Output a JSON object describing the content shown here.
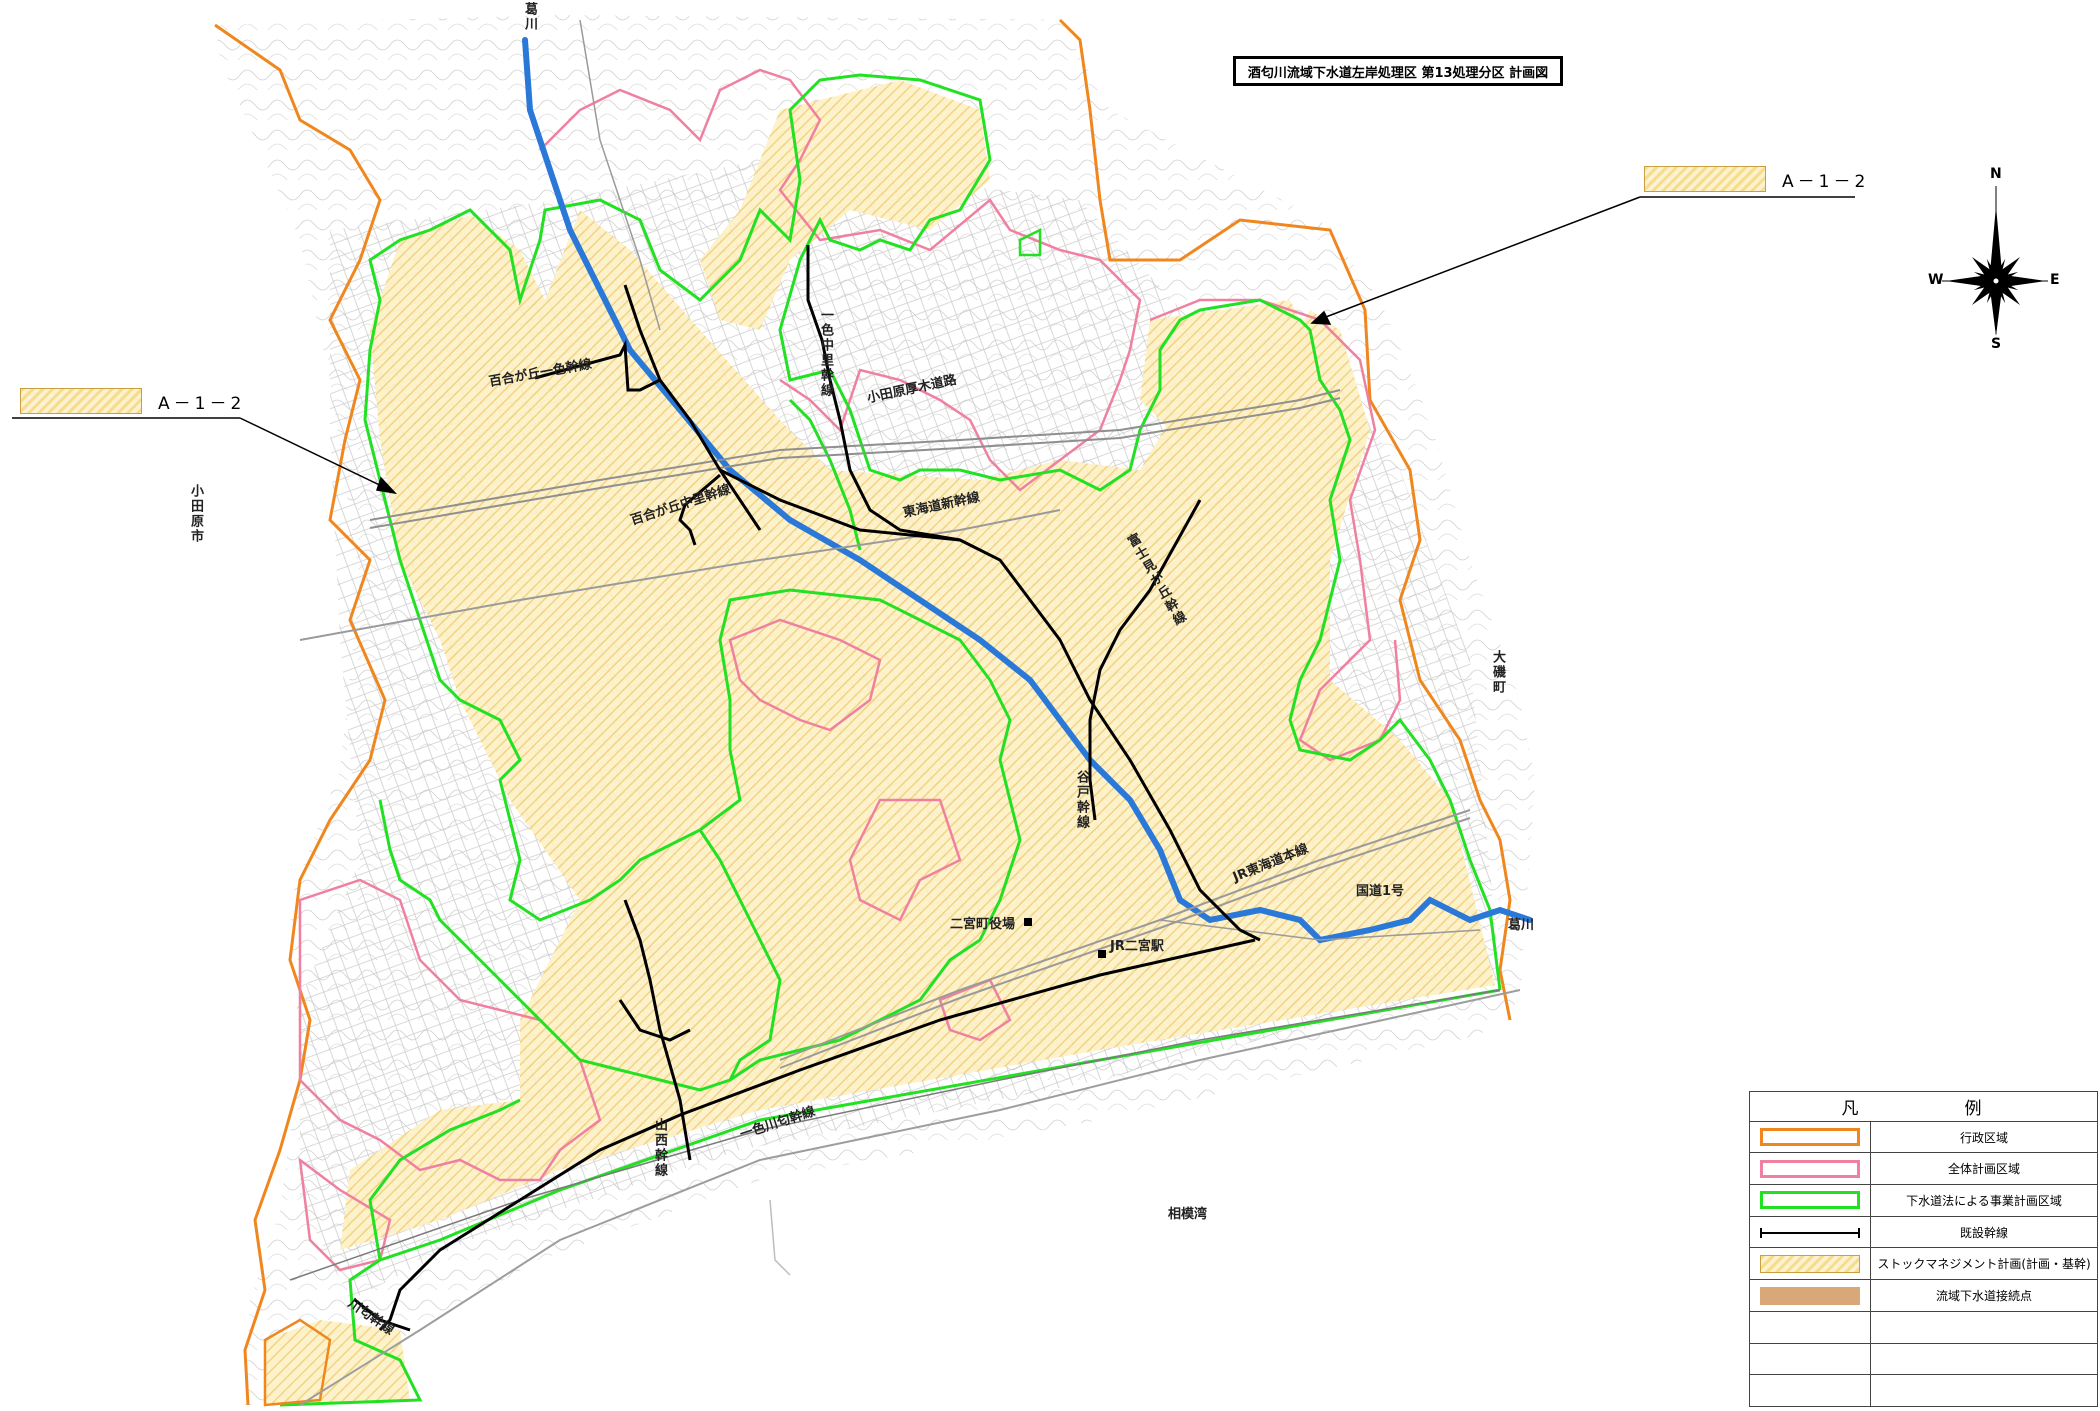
{
  "title": "酒匂川流域下水道左岸処理区 第13処理分区 計画図",
  "sheet_labels": {
    "left": "A－1－2",
    "right": "A－1－2"
  },
  "compass": {
    "n": "N",
    "s": "S",
    "e": "E",
    "w": "W"
  },
  "map_labels": {
    "katsuragawa_top": "葛川",
    "katsuragawa_right": "葛川",
    "odawara_city": "小田原市",
    "oiso_town": "大磯町",
    "sagami_bay": "相模湾",
    "yurigaoka_isshiki_trunk": "百合が丘一色幹線",
    "yurigaoka_nakazato_trunk": "百合が丘中里幹線",
    "isshiki_nakazato_trunk": "一色中里幹線",
    "odawara_atsugi_road": "小田原厚木道路",
    "tokaido_shinkansen": "東海道新幹線",
    "fujimigaoka_trunk": "富士見が丘幹線",
    "tanimachi_trunk": "谷戸幹線",
    "jr_tokaido_line": "JR東海道本線",
    "route1": "国道1号",
    "ninomiya_town_hall": "二宮町役場",
    "jr_ninomiya_station": "JR二宮駅",
    "yamanishi_trunk": "山西幹線",
    "isshiki_kawawa_trunk": "一色川匂幹線",
    "kawawa_trunk": "川匂幹線"
  },
  "legend": {
    "header": "凡　　例",
    "items": [
      {
        "label": "行政区域",
        "swatch": "admin",
        "color": "#f0871e"
      },
      {
        "label": "全体計画区域",
        "swatch": "plan",
        "color": "#f080a0"
      },
      {
        "label": "下水道法による事業計画区域",
        "swatch": "project",
        "color": "#22e022"
      },
      {
        "label": "既設幹線",
        "swatch": "trunk",
        "color": "#000000"
      },
      {
        "label": "ストックマネジメント計画(計画・基幹)",
        "swatch": "stock",
        "color": "#f6dc8c"
      },
      {
        "label": "流域下水道接続点",
        "swatch": "conn",
        "color": "#d8a878"
      }
    ],
    "empty_rows": 3
  },
  "colors": {
    "admin": "#f0871e",
    "plan": "#f080a0",
    "project": "#22e022",
    "stock": "#f6dc8c",
    "river": "#2a78d8",
    "trunk": "#000000"
  }
}
